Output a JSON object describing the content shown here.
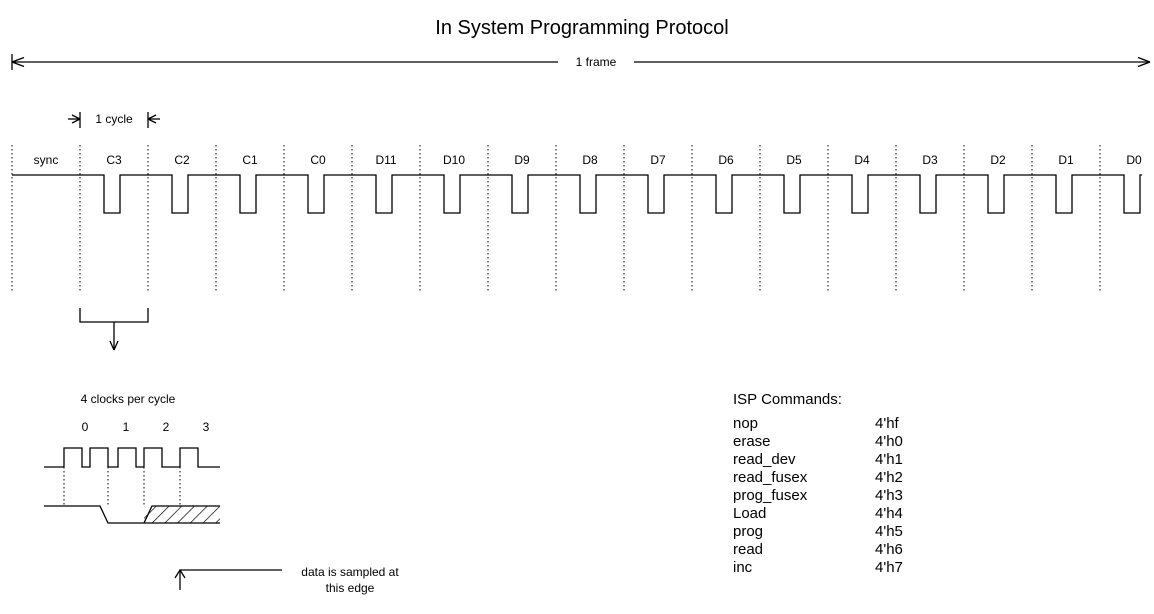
{
  "title": "In System Programming Protocol",
  "frame_label": "1 frame",
  "cycle_label": "1 cycle",
  "cycle_names": [
    "sync",
    "C3",
    "C2",
    "C1",
    "C0",
    "D11",
    "D10",
    "D9",
    "D8",
    "D7",
    "D6",
    "D5",
    "D4",
    "D3",
    "D2",
    "D1",
    "D0"
  ],
  "detail": {
    "heading": "4 clocks per cycle",
    "clock_numbers": [
      "0",
      "1",
      "2",
      "3"
    ],
    "sample_note_line1": "data is sampled at",
    "sample_note_line2": "this edge"
  },
  "commands": {
    "heading": "ISP Commands:",
    "items": [
      {
        "name": "nop",
        "code": "4'hf"
      },
      {
        "name": "erase",
        "code": "4'h0"
      },
      {
        "name": "read_dev",
        "code": "4'h1"
      },
      {
        "name": "read_fusex",
        "code": "4'h2"
      },
      {
        "name": "prog_fusex",
        "code": "4'h3"
      },
      {
        "name": "Load",
        "code": "4'h4"
      },
      {
        "name": "prog",
        "code": "4'h5"
      },
      {
        "name": "read",
        "code": "4'h6"
      },
      {
        "name": "inc",
        "code": "4'h7"
      }
    ]
  }
}
